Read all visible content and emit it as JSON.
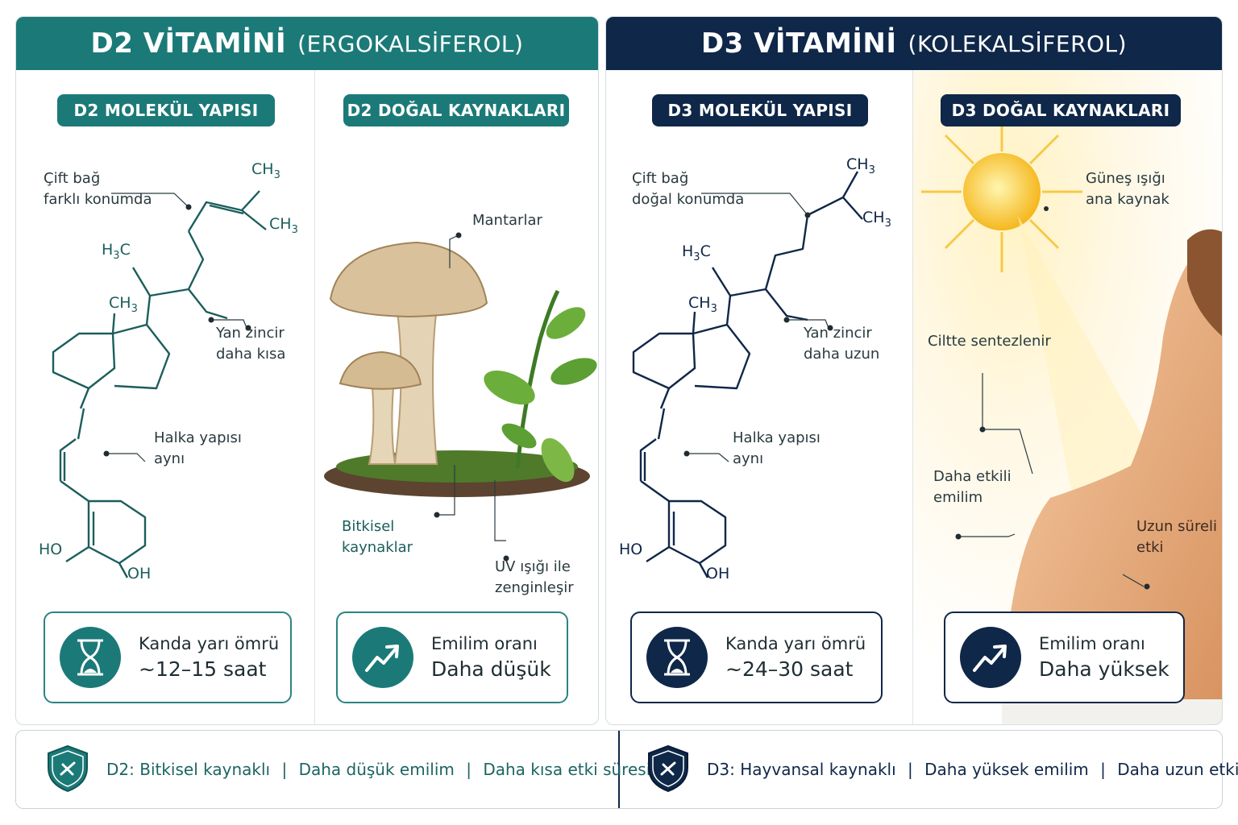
{
  "d2": {
    "title": "D2 VİTAMİNİ",
    "subtitle": "(ERGOKALSİFEROL)",
    "structure_pill": "D2 MOLEKÜL YAPISI",
    "sources_pill": "D2 DOĞAL KAYNAKLARI",
    "label_double_bond_1": "Çift bağ",
    "label_double_bond_2": "farklı konumda",
    "label_side_chain_1": "Yan zincir",
    "label_side_chain_2": "daha kısa",
    "label_ring_1": "Halka yapısı",
    "label_ring_2": "aynı",
    "chem_ch3_top": "CH3",
    "chem_ch3_right": "CH3",
    "chem_h3c": "H3C",
    "chem_ch3_ring": "CH3",
    "chem_ho": "HO",
    "chem_oh": "OH",
    "label_mushrooms": "Mantarlar",
    "label_plant_1": "Bitkisel",
    "label_plant_2": "kaynaklar",
    "label_uv_1": "UV ışığı ile",
    "label_uv_2": "zenginleşir",
    "stat_half_life_label": "Kanda yarı ömrü",
    "stat_half_life_value": "~12–15 saat",
    "stat_absorption_label": "Emilim oranı",
    "stat_absorption_value": "Daha düşük"
  },
  "d3": {
    "title": "D3 VİTAMİNİ",
    "subtitle": "(KOLEKALSİFEROL)",
    "structure_pill": "D3 MOLEKÜL YAPISI",
    "sources_pill": "D3 DOĞAL KAYNAKLARI",
    "label_double_bond_1": "Çift bağ",
    "label_double_bond_2": "doğal konumda",
    "label_side_chain_1": "Yan zincir",
    "label_side_chain_2": "daha uzun",
    "label_ring_1": "Halka yapısı",
    "label_ring_2": "aynı",
    "chem_ch3_top": "CH3",
    "chem_ch3_right": "CH3",
    "chem_h3c": "H3C",
    "chem_ch3_ring": "CH3",
    "chem_ho": "HO",
    "chem_oh": "OH",
    "label_sun_1": "Güneş ışığı",
    "label_sun_2": "ana kaynak",
    "label_skin": "Ciltte sentezlenir",
    "label_effective_1": "Daha etkili",
    "label_effective_2": "emilim",
    "label_long_1": "Uzun süreli",
    "label_long_2": "etki",
    "stat_half_life_label": "Kanda yarı ömrü",
    "stat_half_life_value": "~24–30 saat",
    "stat_absorption_label": "Emilim oranı",
    "stat_absorption_value": "Daha yüksek"
  },
  "summary": {
    "d2_prefix": "D2:",
    "d2_items": [
      "Bitkisel kaynaklı",
      "Daha düşük emilim",
      "Daha kısa etki süresi"
    ],
    "d3_prefix": "D3:",
    "d3_items": [
      "Hayvansal kaynaklı",
      "Daha yüksek emilim",
      "Daha uzun etki süresi"
    ],
    "separator": "|"
  },
  "icons": {
    "half_life": "hourglass-icon",
    "absorption": "trending-up-icon",
    "summary": "shield-icon"
  },
  "colors": {
    "d2_accent": "#1b7a78",
    "d3_accent": "#0f2748"
  }
}
